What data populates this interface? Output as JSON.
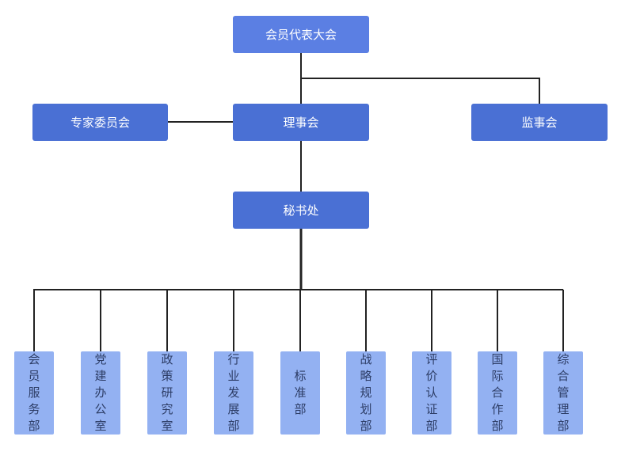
{
  "nodes": {
    "congress": "会员代表大会",
    "council": "理事会",
    "experts": "专家委员会",
    "supervisors": "监事会",
    "secretariat": "秘书处"
  },
  "departments": [
    "会员服务部",
    "党建办公室",
    "政策研究室",
    "行业发展部",
    "标准部",
    "战略规划部",
    "评价认证部",
    "国际合作部",
    "综合管理部"
  ],
  "colors": {
    "top_box": "#5b7fe3",
    "mid_box": "#4a70d4",
    "department_box": "#93b1f2",
    "connector": "#222222"
  }
}
